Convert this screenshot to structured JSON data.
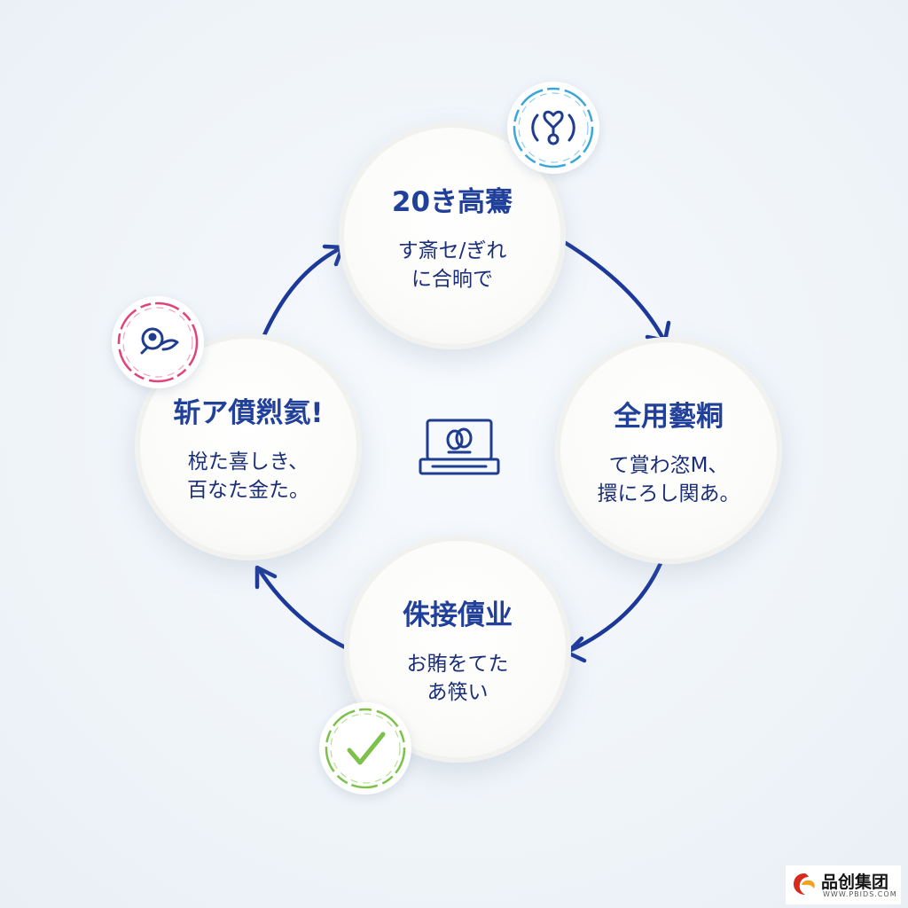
{
  "colors": {
    "primary": "#1f3c8f",
    "arrow": "#1c3899",
    "badge_blue": "#3aa7d8",
    "badge_pink": "#e0437a",
    "badge_green": "#7cc14a",
    "logo_red": "#d62a1c"
  },
  "nodes": [
    {
      "id": "top",
      "title": "20き高鶱",
      "lines": [
        "す斎セ/ぎれ",
        "に合晌で"
      ]
    },
    {
      "id": "right",
      "title": "全用藝粡",
      "lines": [
        "て賞わ恣M、",
        "擐にろし関あ。"
      ]
    },
    {
      "id": "bottom",
      "title": "侏接儥业",
      "lines": [
        "お賄をてた",
        "あ筷い"
      ]
    },
    {
      "id": "left",
      "title": "斩ア僨煭氦!",
      "lines": [
        "梲た喜し​き、",
        "百なた金た。"
      ]
    }
  ],
  "badges": [
    {
      "position": "top",
      "icon": "heart-bulb-icon"
    },
    {
      "position": "left",
      "icon": "chat-bubble-icon"
    },
    {
      "position": "bottom",
      "icon": "checkmark-icon"
    }
  ],
  "center": {
    "icon": "laptop-icon"
  },
  "logo": {
    "name": "品创集团",
    "domain": "WWW.PBIDS.COM"
  }
}
